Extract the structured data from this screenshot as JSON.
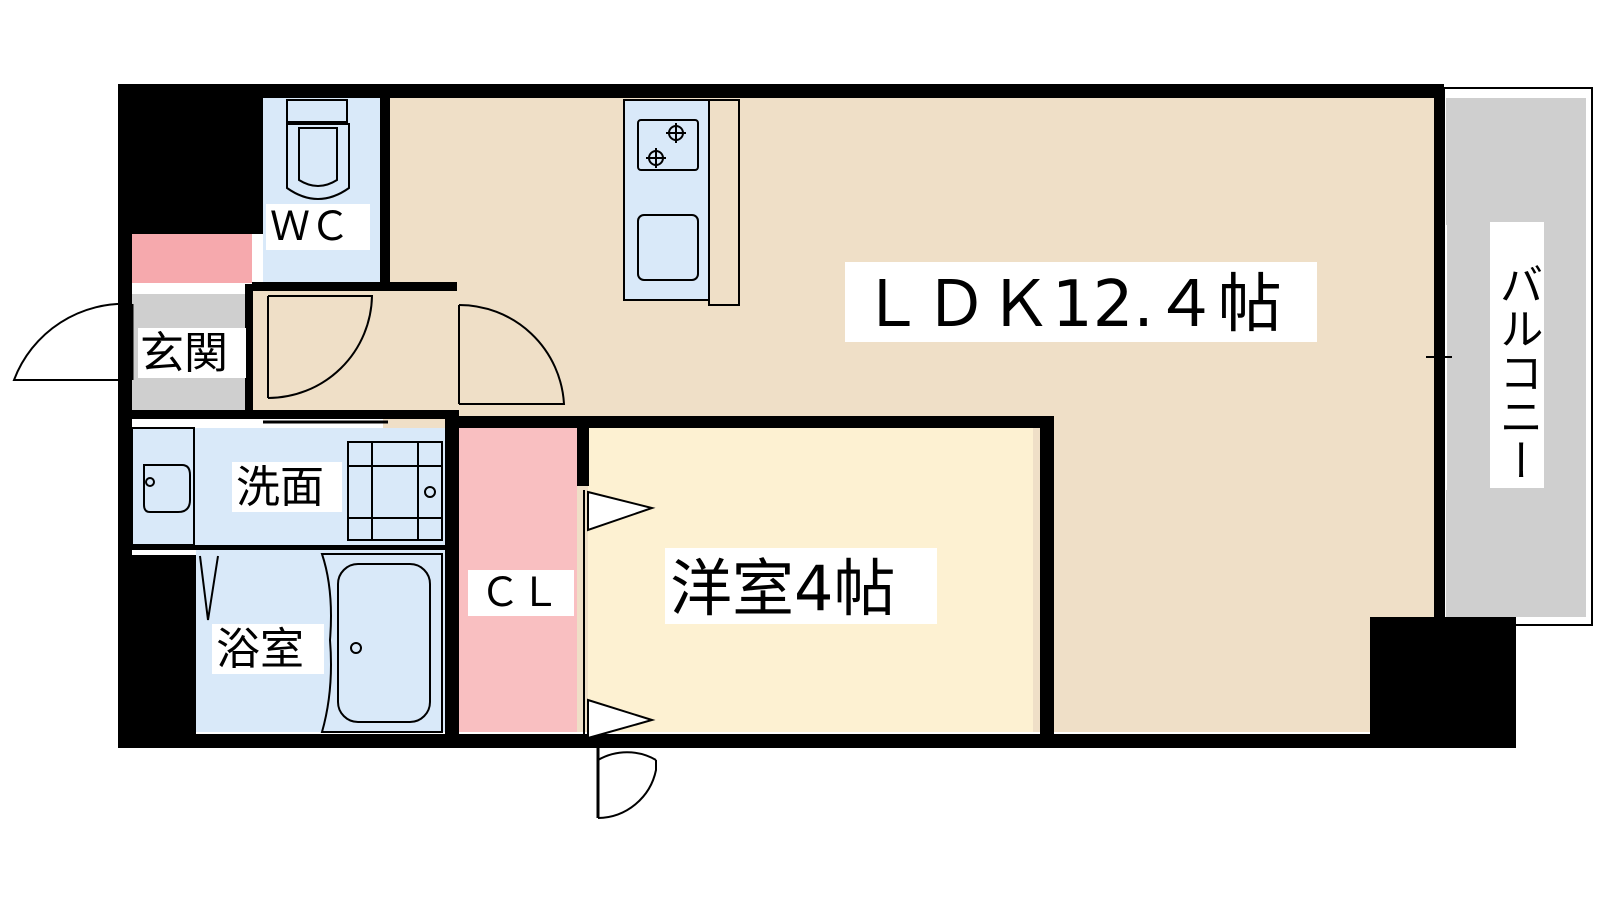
{
  "plan": {
    "rooms": {
      "ldk": "ＬＤＫ12.４帖",
      "western": "洋室4帖",
      "wc": "ＷＣ",
      "entrance": "玄関",
      "washroom": "洗面",
      "bath": "浴室",
      "closet": "ＣＬ",
      "balcony": "バルコニー"
    },
    "colors": {
      "wall": "#000000",
      "ldk_floor": "#efdfc7",
      "western_floor": "#fdf1d2",
      "wet_area": "#d9e9f9",
      "closet": "#f9bfc1",
      "entrance": "#cfcfcf",
      "balcony": "#cfcfcf",
      "shoe_box": "#f6a9ad"
    }
  }
}
